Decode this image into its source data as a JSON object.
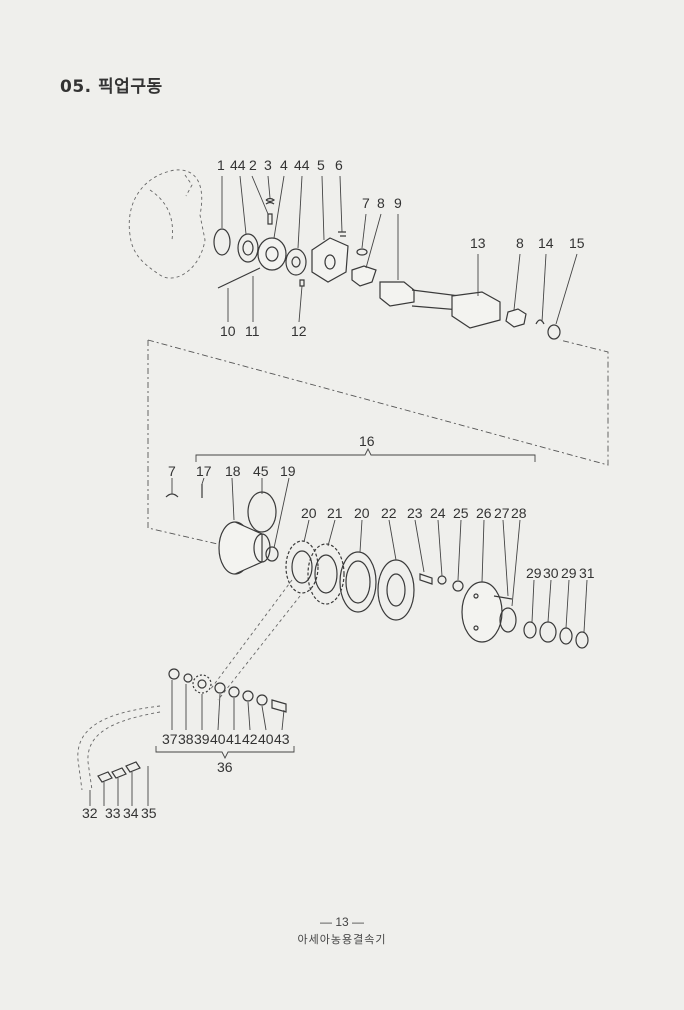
{
  "page": {
    "title": "05. 픽업구동",
    "page_number": "— 13 —",
    "footer_text": "아세아농용결속기"
  },
  "callouts": {
    "top_row": [
      "1",
      "44",
      "2",
      "3",
      "4",
      "44",
      "5",
      "6",
      "7",
      "8",
      "9",
      "13",
      "8",
      "14",
      "15"
    ],
    "top_bottom": [
      "10",
      "11",
      "12"
    ],
    "group_16": "16",
    "mid_row": [
      "7",
      "17",
      "18",
      "45",
      "19"
    ],
    "gear_row": [
      "20",
      "21",
      "20",
      "22",
      "23",
      "24",
      "25",
      "26",
      "27",
      "28"
    ],
    "right_row": [
      "29",
      "30",
      "29",
      "31"
    ],
    "sprocket_row": [
      "37",
      "38",
      "39",
      "40",
      "41",
      "42",
      "40",
      "43"
    ],
    "group_36": "36",
    "chain_row": [
      "32",
      "33",
      "34",
      "35"
    ]
  }
}
